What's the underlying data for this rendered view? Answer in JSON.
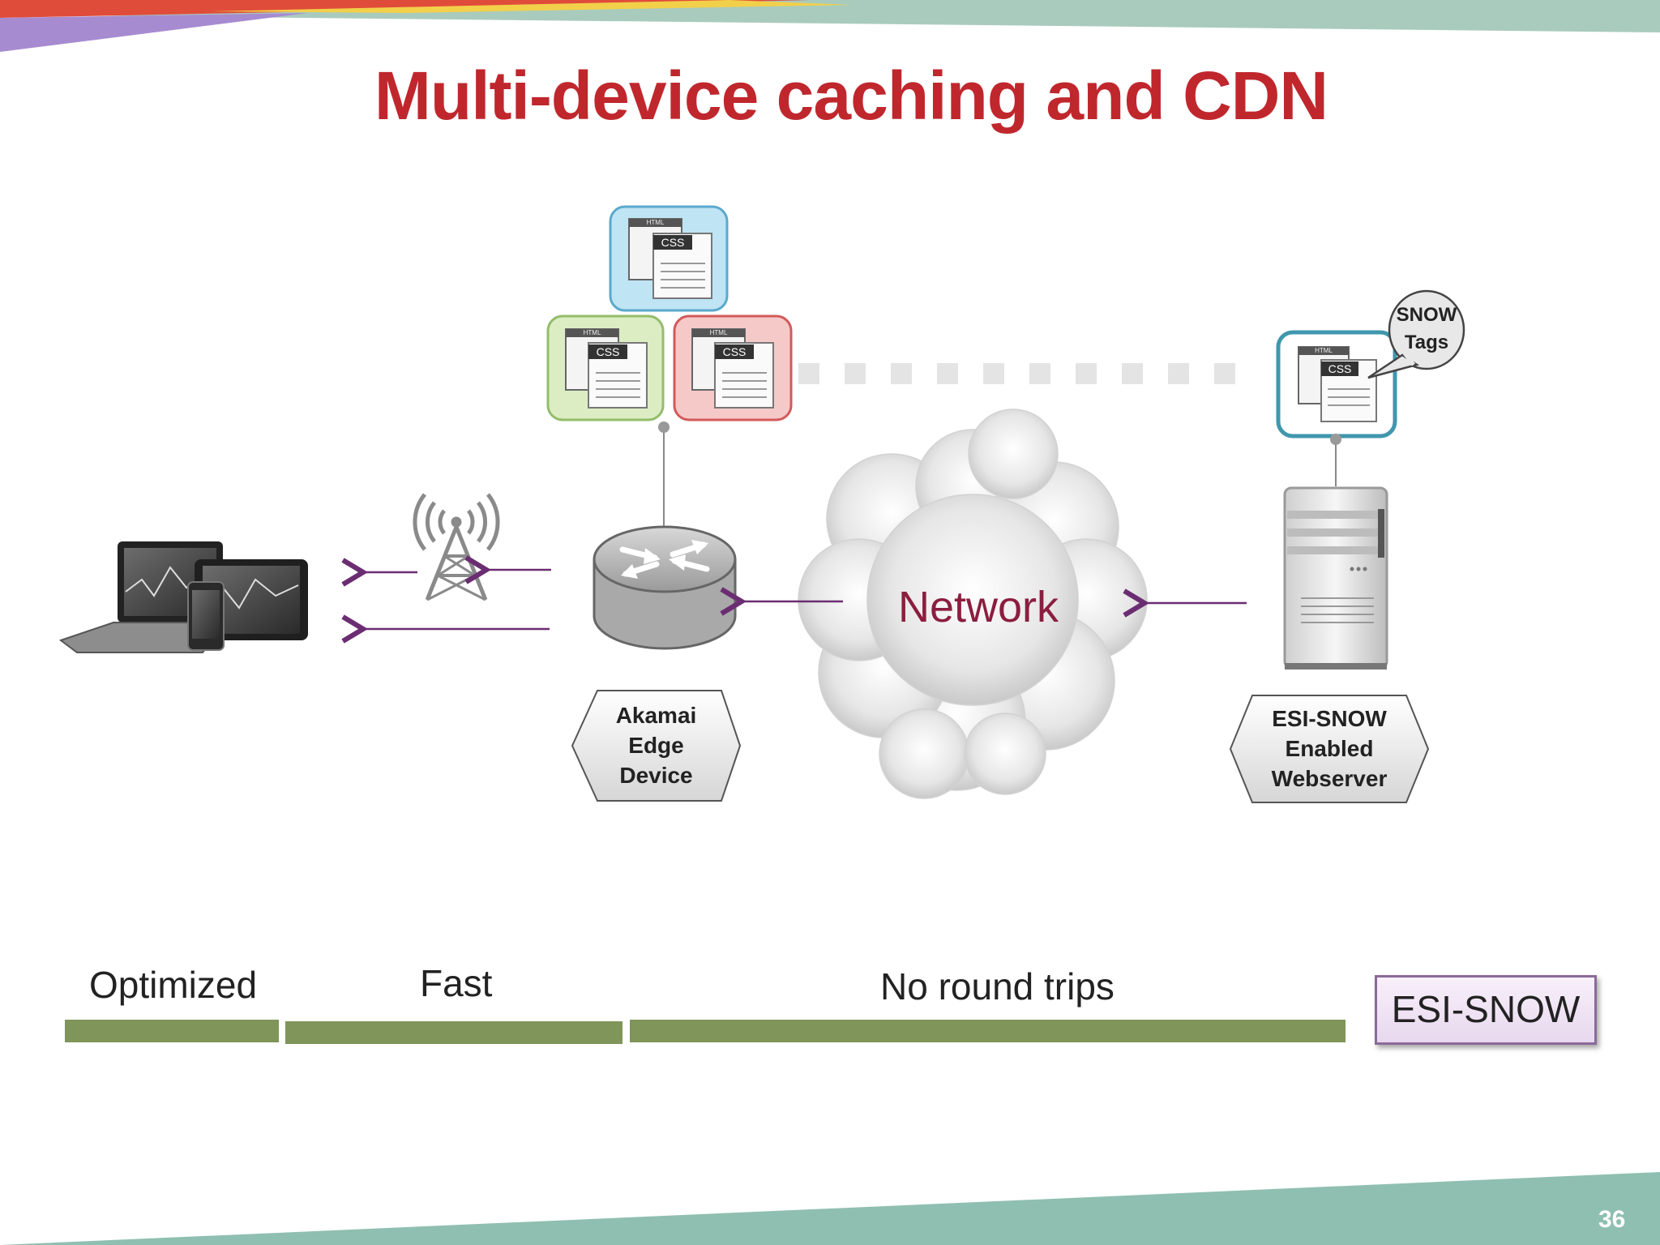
{
  "title": "Multi-device caching and CDN",
  "edge_label": {
    "line1": "Akamai",
    "line2": "Edge",
    "line3": "Device"
  },
  "server_label": {
    "line1": "ESI-SNOW",
    "line2": "Enabled",
    "line3": "Webserver"
  },
  "network_label": "Network",
  "bubble": {
    "line1": "SNOW",
    "line2": "Tags"
  },
  "doc_icon": {
    "html_text": "HTML",
    "css_text": "CSS"
  },
  "bars": [
    {
      "label": "Optimized"
    },
    {
      "label": "Fast"
    },
    {
      "label": "No round trips"
    }
  ],
  "esi_box_label": "ESI-SNOW",
  "page_number": "36",
  "colors": {
    "title": "#c0272d",
    "network": "#8b1e3f",
    "arrow": "#6b2d72",
    "bar": "#7f955a",
    "teal": "#8fbfb0"
  }
}
